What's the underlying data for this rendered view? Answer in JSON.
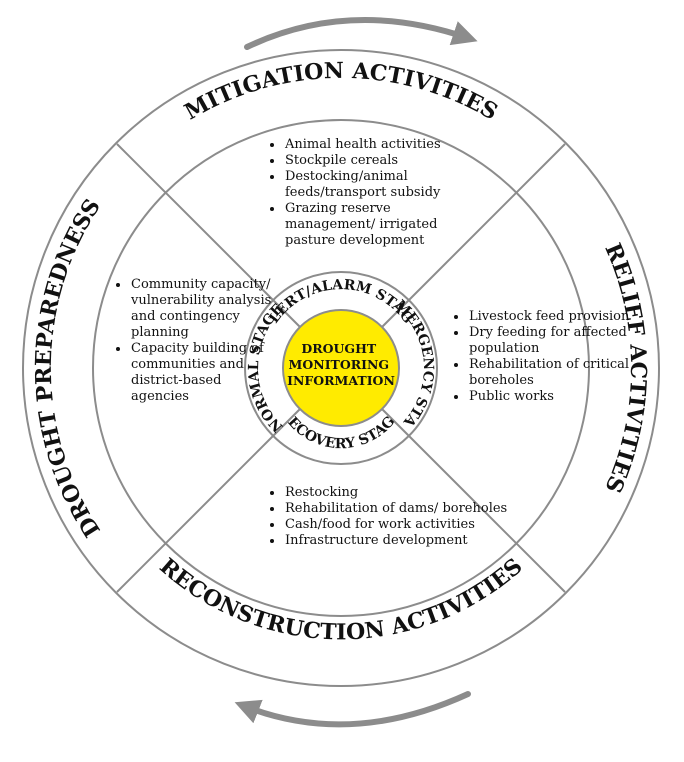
{
  "colors": {
    "ring_stroke": "#8c8c8c",
    "center_fill": "#ffeb00",
    "arrow": "#8c8c8c",
    "text": "#111111"
  },
  "quadrants": {
    "mitigation": {
      "title": "MITIGATION ACTIVITIES",
      "items": [
        "Animal health activities",
        "Stockpile cereals",
        "Destocking/animal feeds/transport subsidy",
        "Grazing reserve management/ irrigated pasture development"
      ]
    },
    "relief": {
      "title": "RELIEF ACTIVITIES",
      "items": [
        "Livestock feed provision",
        "Dry feeding for affected population",
        "Rehabilitation of critical boreholes",
        "Public works"
      ]
    },
    "reconstruction": {
      "title": "RECONSTRUCTION ACTIVITIES",
      "items": [
        "Restocking",
        "Rehabilitation of dams/ boreholes",
        "Cash/food for work activities",
        "Infrastructure development"
      ]
    },
    "preparedness": {
      "title": "DROUGHT PREPAREDNESS",
      "items": [
        "Community capacity/ vulnerability analysis and contingency planning",
        "Capacity building of communities and district-based agencies"
      ]
    }
  },
  "stages": {
    "alert": "ALERT/ALARM STAGE",
    "emergency": "EMERGENCY STAGE",
    "recovery": "RECOVERY STAGE",
    "normal": "NORMAL STAGE"
  },
  "center": {
    "line1": "DROUGHT",
    "line2": "MONITORING",
    "line3": "INFORMATION"
  }
}
